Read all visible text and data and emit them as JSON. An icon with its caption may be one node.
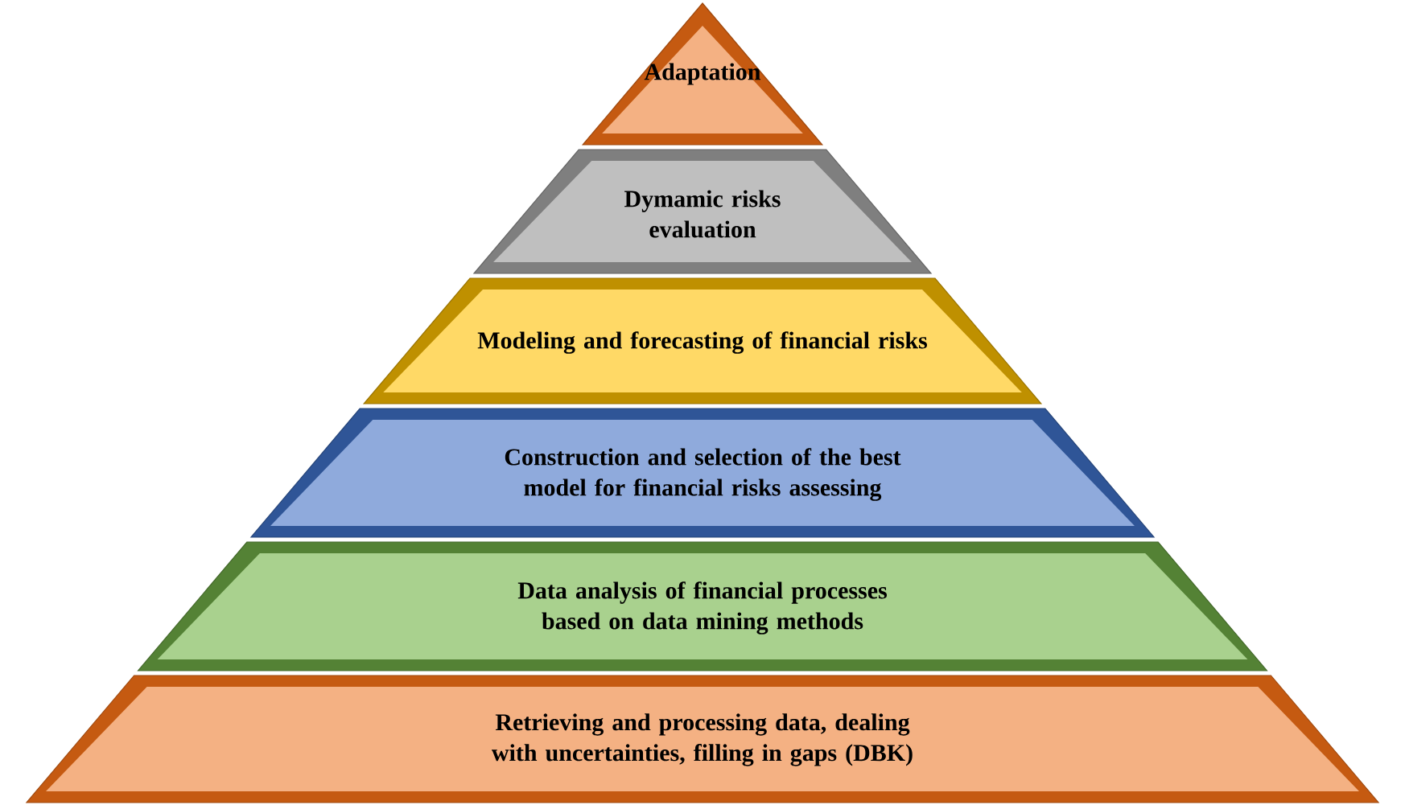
{
  "diagram": {
    "nodes": [
      {
        "text": [
          "Adaptation"
        ]
      },
      {
        "text": [
          "Dymamic risks evaluation"
        ]
      },
      {
        "text": [
          "Modeling and forecasting of financial risks"
        ]
      },
      {
        "text": [
          "Construction and selection of the best model for financial risks assessing"
        ]
      },
      {
        "text": [
          "Data analysis of financial processes based on data mining methods"
        ]
      },
      {
        "text": [
          "Retrieving and processing data, dealing with uncertainties, filling in gaps (DBK)"
        ]
      }
    ]
  }
}
